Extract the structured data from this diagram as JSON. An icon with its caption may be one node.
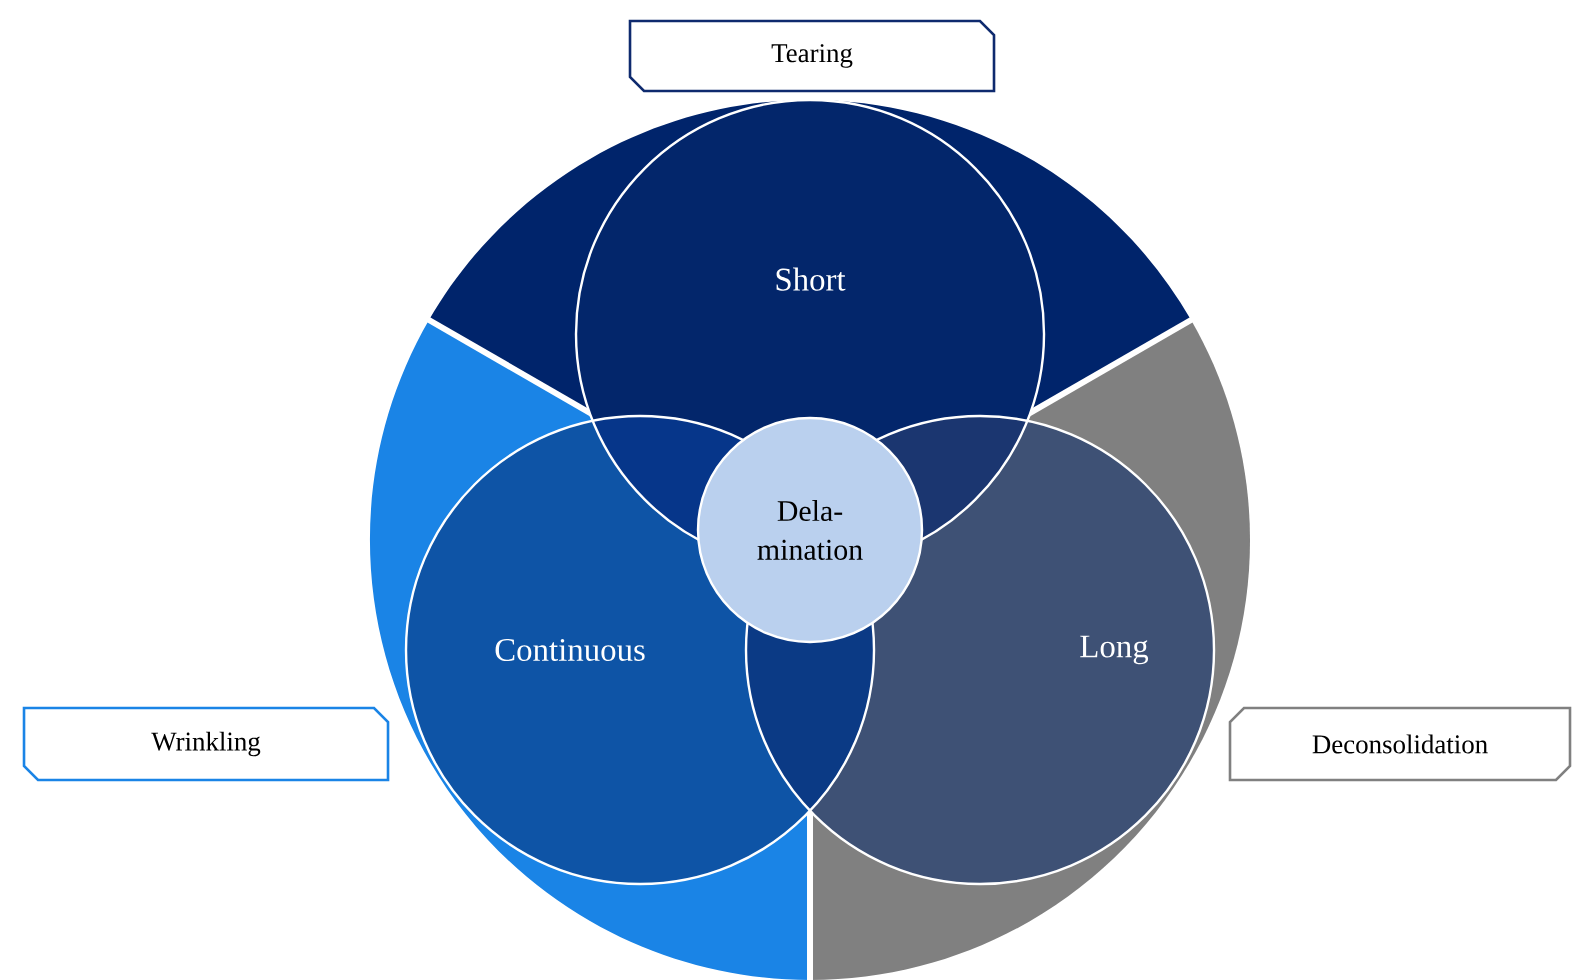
{
  "diagram": {
    "nodes": [
      {
        "text": [
          "Tearing"
        ]
      },
      {
        "text": [
          "Short"
        ]
      },
      {
        "text": [
          "Continuous"
        ]
      },
      {
        "text": [
          "Dela- mination"
        ]
      },
      {
        "text": [
          "Long"
        ]
      },
      {
        "text": [
          "Wrinkling"
        ]
      },
      {
        "text": [
          "Deconsolidation"
        ]
      }
    ]
  }
}
